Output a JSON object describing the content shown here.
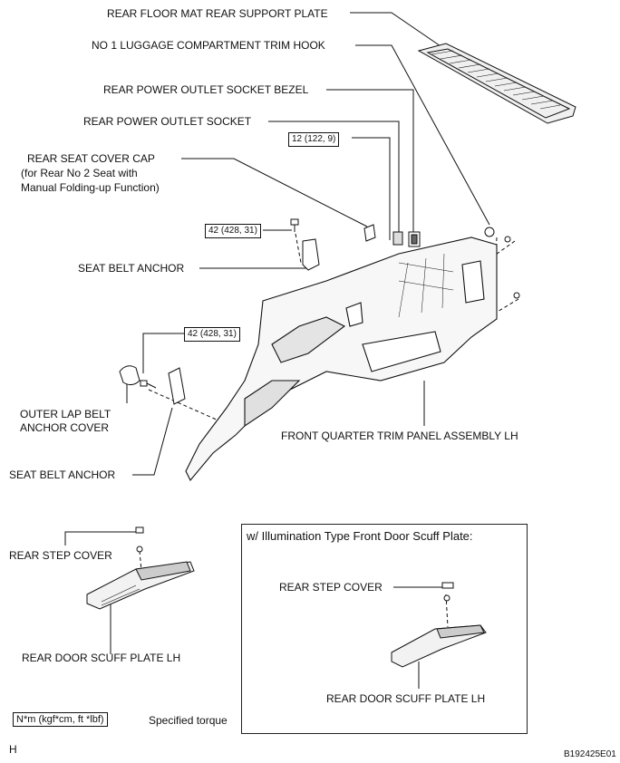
{
  "labels": {
    "rear_floor_mat_plate": "REAR FLOOR MAT REAR SUPPORT PLATE",
    "luggage_hook": "NO 1 LUGGAGE COMPARTMENT TRIM HOOK",
    "outlet_bezel": "REAR POWER OUTLET SOCKET BEZEL",
    "outlet_socket": "REAR POWER OUTLET SOCKET",
    "seat_cover_cap_line1": "REAR SEAT COVER CAP",
    "seat_cover_cap_line2": "(for Rear No 2 Seat with",
    "seat_cover_cap_line3": "Manual Folding-up Function)",
    "seat_belt_anchor_upper": "SEAT BELT ANCHOR",
    "outer_lap_cover_line1": "OUTER LAP BELT",
    "outer_lap_cover_line2": "ANCHOR COVER",
    "seat_belt_anchor_lower": "SEAT BELT ANCHOR",
    "front_quarter_panel": "FRONT QUARTER TRIM PANEL ASSEMBLY LH",
    "rear_step_cover": "REAR STEP COVER",
    "rear_door_scuff": "REAR DOOR SCUFF PLATE LH",
    "inset_title": "w/ Illumination Type Front Door Scuff Plate:",
    "inset_step_cover": "REAR STEP COVER",
    "inset_door_scuff": "REAR DOOR SCUFF PLATE LH",
    "torque_legend": "N*m (kgf*cm, ft *lbf)",
    "torque_legend_desc": "Specified torque",
    "corner_letter": "H",
    "figure_code": "B192425E01"
  },
  "torques": {
    "outlet": "12 (122, 9)",
    "upper_anchor": "42 (428, 31)",
    "lower_anchor": "42 (428, 31)"
  }
}
